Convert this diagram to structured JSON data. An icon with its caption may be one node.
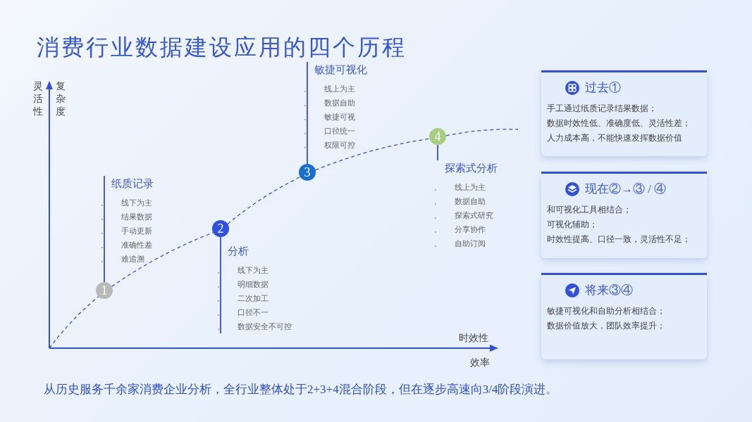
{
  "diagram": {
    "title": "消费行业数据建设应用的四个历程",
    "caption": "从历史服务千余家消费企业分析，全行业整体处于2+3+4混合阶段，但在逐步高速向3/4阶段演进。",
    "nodes": [
      {
        "text": [
          "1"
        ]
      },
      {
        "text": [
          "2"
        ]
      },
      {
        "text": [
          "3"
        ]
      },
      {
        "text": [
          "4"
        ]
      },
      {
        "text": [
          "纸质记录",
          "线下为主",
          "结果数据",
          "手动更新",
          "准确性差",
          "难追溯"
        ]
      },
      {
        "text": [
          "分析",
          "线下为主",
          "明细数据",
          "二次加工",
          "口径不一",
          "数据安全不可控"
        ]
      },
      {
        "text": [
          "敏捷可视化",
          "线上为主",
          "数据自助",
          "敏捷可视",
          "口径统一",
          "权限可控"
        ]
      },
      {
        "text": [
          "探索式分析",
          "线上为主",
          "数据自助",
          "探索式研究",
          "分享协作",
          "自助订阅"
        ]
      },
      {
        "text": [
          "过去①",
          "手工通过纸质记录结果数据；",
          "数据时效性低、准确度低、灵活性差；",
          "人力成本高，不能快速发挥数据价值"
        ]
      },
      {
        "text": [
          "现在②→③ / ④",
          "和可视化工具相结合；",
          "可视化辅助；",
          "时效性提高、口径一致，灵活性不足；"
        ]
      },
      {
        "text": [
          "将来③④",
          "敏捷可视化和自助分析相结合；",
          "数据价值放大，团队效率提升；"
        ]
      }
    ],
    "edges": [
      {
        "from": null,
        "to": 0,
        "arrow": "none",
        "style": "dashed"
      },
      {
        "from": 0,
        "to": 1,
        "arrow": "none",
        "style": "dashed"
      },
      {
        "from": 1,
        "to": 2,
        "arrow": "none",
        "style": "dashed"
      },
      {
        "from": 2,
        "to": 3,
        "arrow": "none",
        "style": "dashed"
      },
      {
        "from": 3,
        "to": null,
        "arrow": "none",
        "style": "dashed"
      },
      {
        "from": 0,
        "to": 4,
        "arrow": "none"
      },
      {
        "from": 1,
        "to": 5,
        "arrow": "none"
      },
      {
        "from": 2,
        "to": 6,
        "arrow": "none"
      },
      {
        "from": 3,
        "to": 7,
        "arrow": "none"
      }
    ],
    "labels": [
      "灵活性",
      "复杂度",
      "时效性",
      "效率"
    ]
  }
}
